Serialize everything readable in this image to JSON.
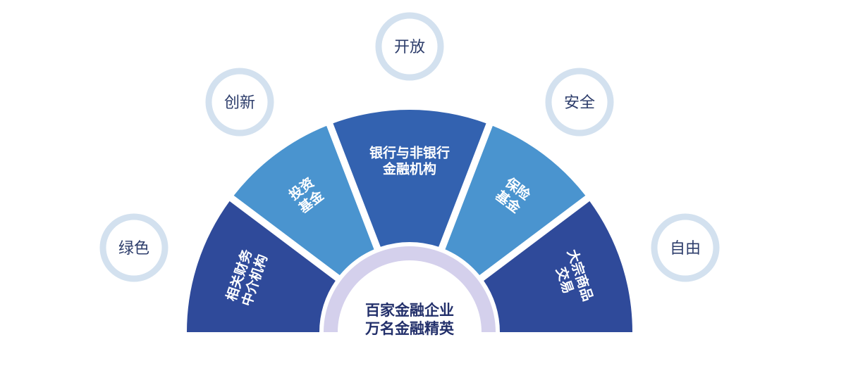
{
  "colors": {
    "dark_blue": "#2f4a9a",
    "medium_blue": "#3362b0",
    "light_blue": "#4a94cf",
    "center_fill": "#ffffff",
    "center_ring": "#d4d0ec",
    "bubble_ring": "#d3e1ef",
    "bubble_text": "#2d3d6b",
    "center_text": "#23306b"
  },
  "bubbles": [
    {
      "id": "green",
      "label": "绿色"
    },
    {
      "id": "innovation",
      "label": "创新"
    },
    {
      "id": "open",
      "label": "开放"
    },
    {
      "id": "safety",
      "label": "安全"
    },
    {
      "id": "freedom",
      "label": "自由"
    }
  ],
  "segments": [
    {
      "id": "intermediary",
      "lines": [
        "相关财务",
        "中介机构"
      ],
      "color": "dark_blue"
    },
    {
      "id": "investment-fund",
      "lines": [
        "投资",
        "基金"
      ],
      "color": "light_blue"
    },
    {
      "id": "banking",
      "lines": [
        "银行与非银行",
        "金融机构"
      ],
      "color": "medium_blue"
    },
    {
      "id": "insurance-fund",
      "lines": [
        "保险",
        "基金"
      ],
      "color": "light_blue"
    },
    {
      "id": "commodity",
      "lines": [
        "大宗商品",
        "交易"
      ],
      "color": "dark_blue"
    }
  ],
  "center": {
    "line1": "百家金融企业",
    "line2": "万名金融精英"
  }
}
